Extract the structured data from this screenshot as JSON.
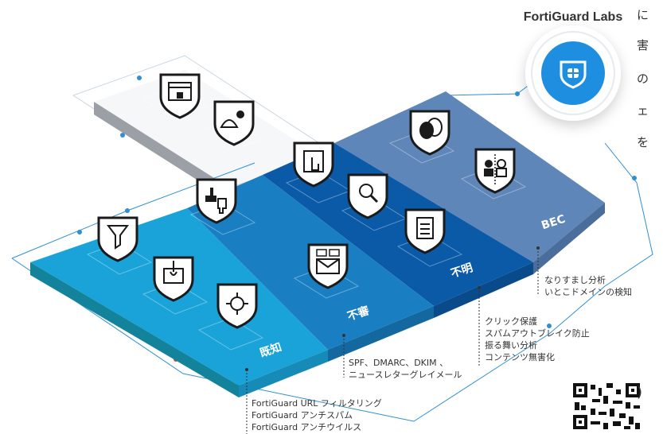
{
  "side_text": [
    "に",
    "害",
    "の",
    "ェ",
    "を"
  ],
  "side_paren": ")",
  "brand": {
    "title": "FortiGuard Labs"
  },
  "zones": {
    "known": "既知",
    "unknown_malicious": "不審",
    "unknown": "不明",
    "bec": "BEC"
  },
  "callouts": {
    "bec": [
      "なりすまし分析",
      "いとこドメインの検知"
    ],
    "unknown": [
      "クリック保護",
      "スパムアウトブレイク防止",
      "振る舞い分析",
      "コンテンツ無害化"
    ],
    "suspicious": [
      "SPF、DMARC、DKIM 、",
      "ニュースレターグレイメール"
    ],
    "known": [
      "FortiGuard URL フィルタリング",
      "FortiGuard アンチスパム",
      "FortiGuard アンチウイルス"
    ]
  },
  "colors": {
    "known_zone": "#1aa3d9",
    "suspicious_zone": "#1a7fc2",
    "unknown_zone": "#0a5aa8",
    "bec_zone": "#5f86b8",
    "accent_red": "#e03c2b",
    "line_blue": "#2f8fd0"
  },
  "icons": [
    "filter-shield-icon",
    "phishing-hook-shield-icon",
    "virus-shield-icon",
    "thumbs-shield-icon",
    "click-shield-icon",
    "mail-shield-icon",
    "search-user-shield-icon",
    "document-shield-icon",
    "mask-shield-icon",
    "impersonation-shield-icon",
    "browser-shield-icon",
    "landscape-shield-icon",
    "fortiguard-logo-icon",
    "qr-code-icon"
  ]
}
